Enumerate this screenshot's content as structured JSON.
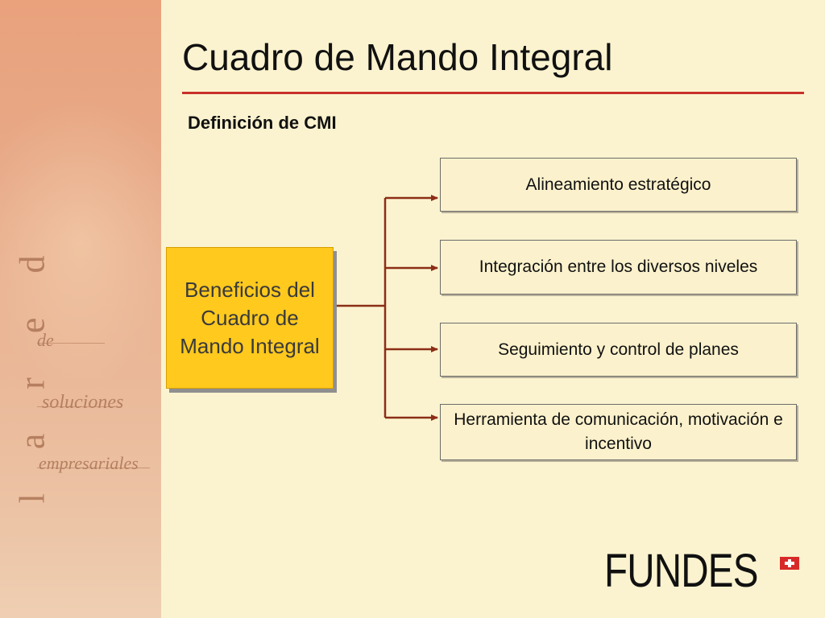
{
  "sidebar": {
    "vertical_text": "l a r e d",
    "line_de": "de",
    "line_soluciones": "soluciones",
    "line_empresariales": "empresariales"
  },
  "title": "Cuadro de Mando Integral",
  "subtitle": "Definición de CMI",
  "diagram": {
    "root": "Beneficios del Cuadro de Mando Integral",
    "branches": [
      "Alineamiento estratégico",
      "Integración entre los diversos niveles",
      "Seguimiento y control de planes",
      "Herramienta de comunicación, motivación e incentivo"
    ]
  },
  "logo": {
    "text": "FUNDES"
  },
  "colors": {
    "background": "#fbf3cf",
    "rule": "#c8302a",
    "root_fill": "#ffc91e",
    "connector": "#8b2e17",
    "logo_cross": "#d72a28"
  }
}
